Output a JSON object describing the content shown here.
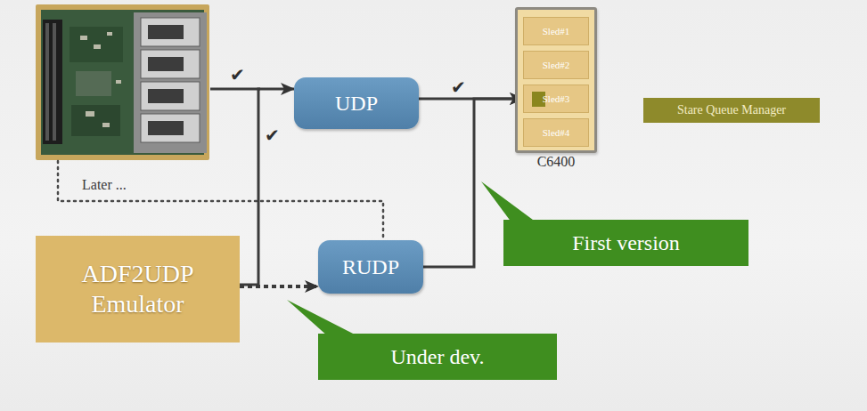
{
  "diagram": {
    "nodes": [
      {
        "text": [
          "UDP"
        ]
      },
      {
        "text": [
          "C6400"
        ]
      },
      {
        "text": [
          "Sled#1"
        ],
        "in": 1
      },
      {
        "text": [
          "Sled#2"
        ],
        "in": 1
      },
      {
        "text": [
          "Sled#3"
        ],
        "in": 1
      },
      {
        "text": [
          "Sled#4"
        ],
        "in": 1
      },
      {
        "text": [
          "Stare Queue Manager"
        ]
      },
      {
        "text": [
          "First version"
        ]
      },
      {
        "text": [
          "ADF2UDP Emulator"
        ]
      },
      {
        "text": [
          "RUDP"
        ]
      },
      {
        "text": [
          "Under dev."
        ]
      }
    ],
    "edges": [
      {
        "from": 8,
        "to": 0,
        "arrow": "to"
      },
      {
        "from": 8,
        "to": 9,
        "arrow": "to"
      },
      {
        "from": 0,
        "to": 4,
        "arrow": "to"
      },
      {
        "from": 9,
        "to": 4,
        "arrow": "to"
      }
    ],
    "labels": [
      "✔",
      "✔",
      "✔",
      "Later ..."
    ]
  }
}
